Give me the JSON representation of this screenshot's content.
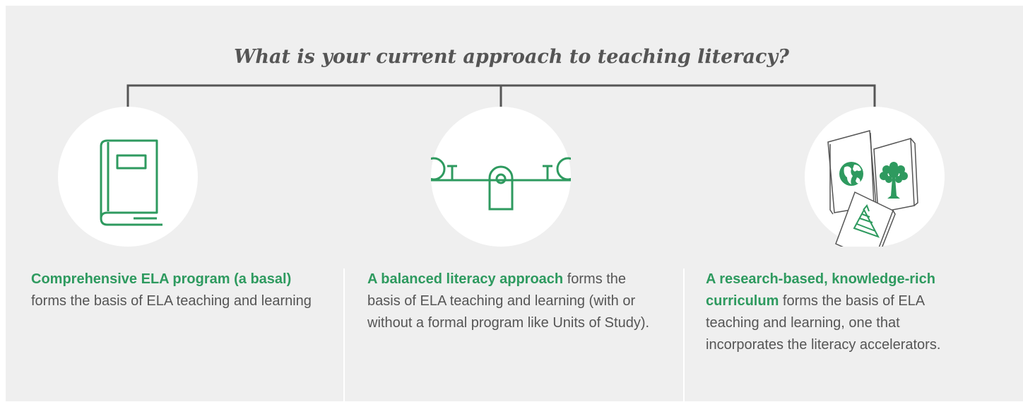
{
  "question": "What is your current approach to teaching literacy?",
  "colors": {
    "accent": "#2e9a5f",
    "text": "#555555",
    "background": "#efefef"
  },
  "options": [
    {
      "icon": "book-icon",
      "highlight": "Comprehensive ELA program (a basal)",
      "text": " forms the basis of ELA teaching and learning"
    },
    {
      "icon": "seesaw-icon",
      "highlight": "A balanced literacy approach",
      "text": " forms the basis of ELA teaching and learning (with or without a formal program like Units of Study)."
    },
    {
      "icon": "knowledge-books-icon",
      "highlight": "A research-based, knowledge-rich curriculum",
      "text": " forms the basis of ELA teaching and learning, one that incorporates the literacy accelerators."
    }
  ]
}
